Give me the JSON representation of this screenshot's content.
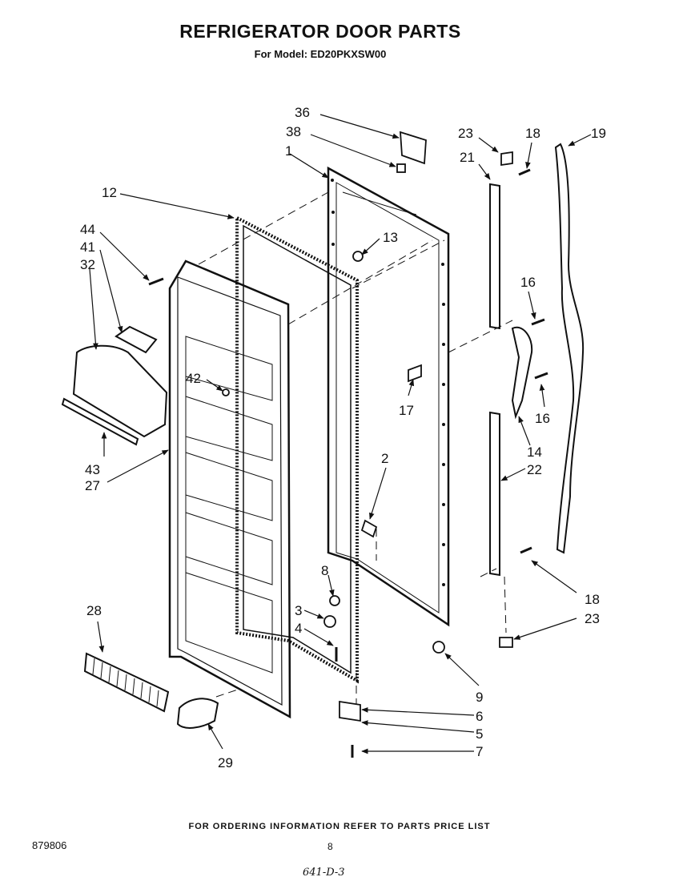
{
  "header": {
    "title": "REFRIGERATOR DOOR PARTS",
    "subtitle": "For Model: ED20PKXSW00"
  },
  "callouts": {
    "c36": "36",
    "c38": "38",
    "c1": "1",
    "c12": "12",
    "c13": "13",
    "c44": "44",
    "c41": "41",
    "c32": "32",
    "c42": "42",
    "c43": "43",
    "c27": "27",
    "c28": "28",
    "c29": "29",
    "c23a": "23",
    "c18a": "18",
    "c19": "19",
    "c21": "21",
    "c16a": "16",
    "c16b": "16",
    "c17": "17",
    "c14": "14",
    "c2": "2",
    "c22": "22",
    "c8": "8",
    "c3": "3",
    "c4": "4",
    "c18b": "18",
    "c23b": "23",
    "c9": "9",
    "c6": "6",
    "c5": "5",
    "c7": "7"
  },
  "footer": {
    "note": "FOR ORDERING INFORMATION REFER TO PARTS PRICE LIST",
    "doc_number": "879806",
    "page": "8",
    "handwritten": "641-D-3"
  }
}
